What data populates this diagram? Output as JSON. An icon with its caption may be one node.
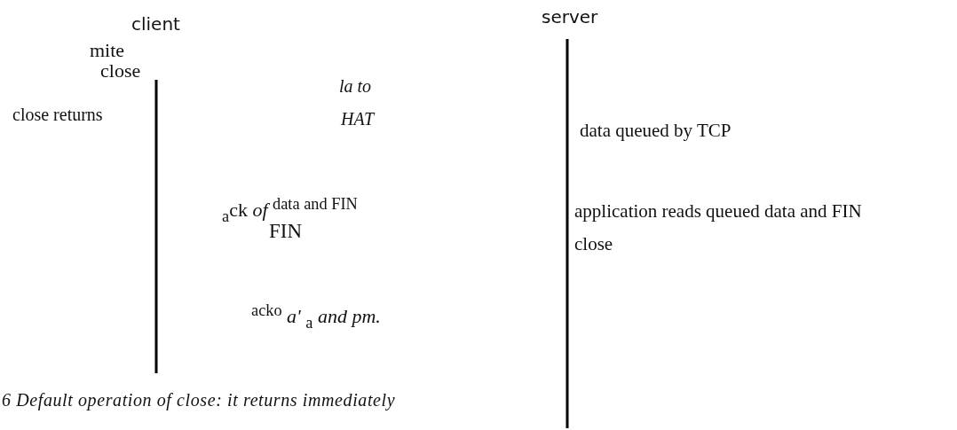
{
  "diagram": {
    "caption": "6 Default operation of close: it returns immediately",
    "labels": [
      "client",
      "server",
      "mite",
      "close",
      "*la to*",
      "close returns",
      "*HAT*",
      "data queued by TCP",
      "$_{a}$ck *of* $^{data and FIN}$",
      "application reads queued data and FIN",
      "close",
      "FIN",
      "$^{acko}$ *a'* $_{a}$ *and pm.*"
    ]
  }
}
